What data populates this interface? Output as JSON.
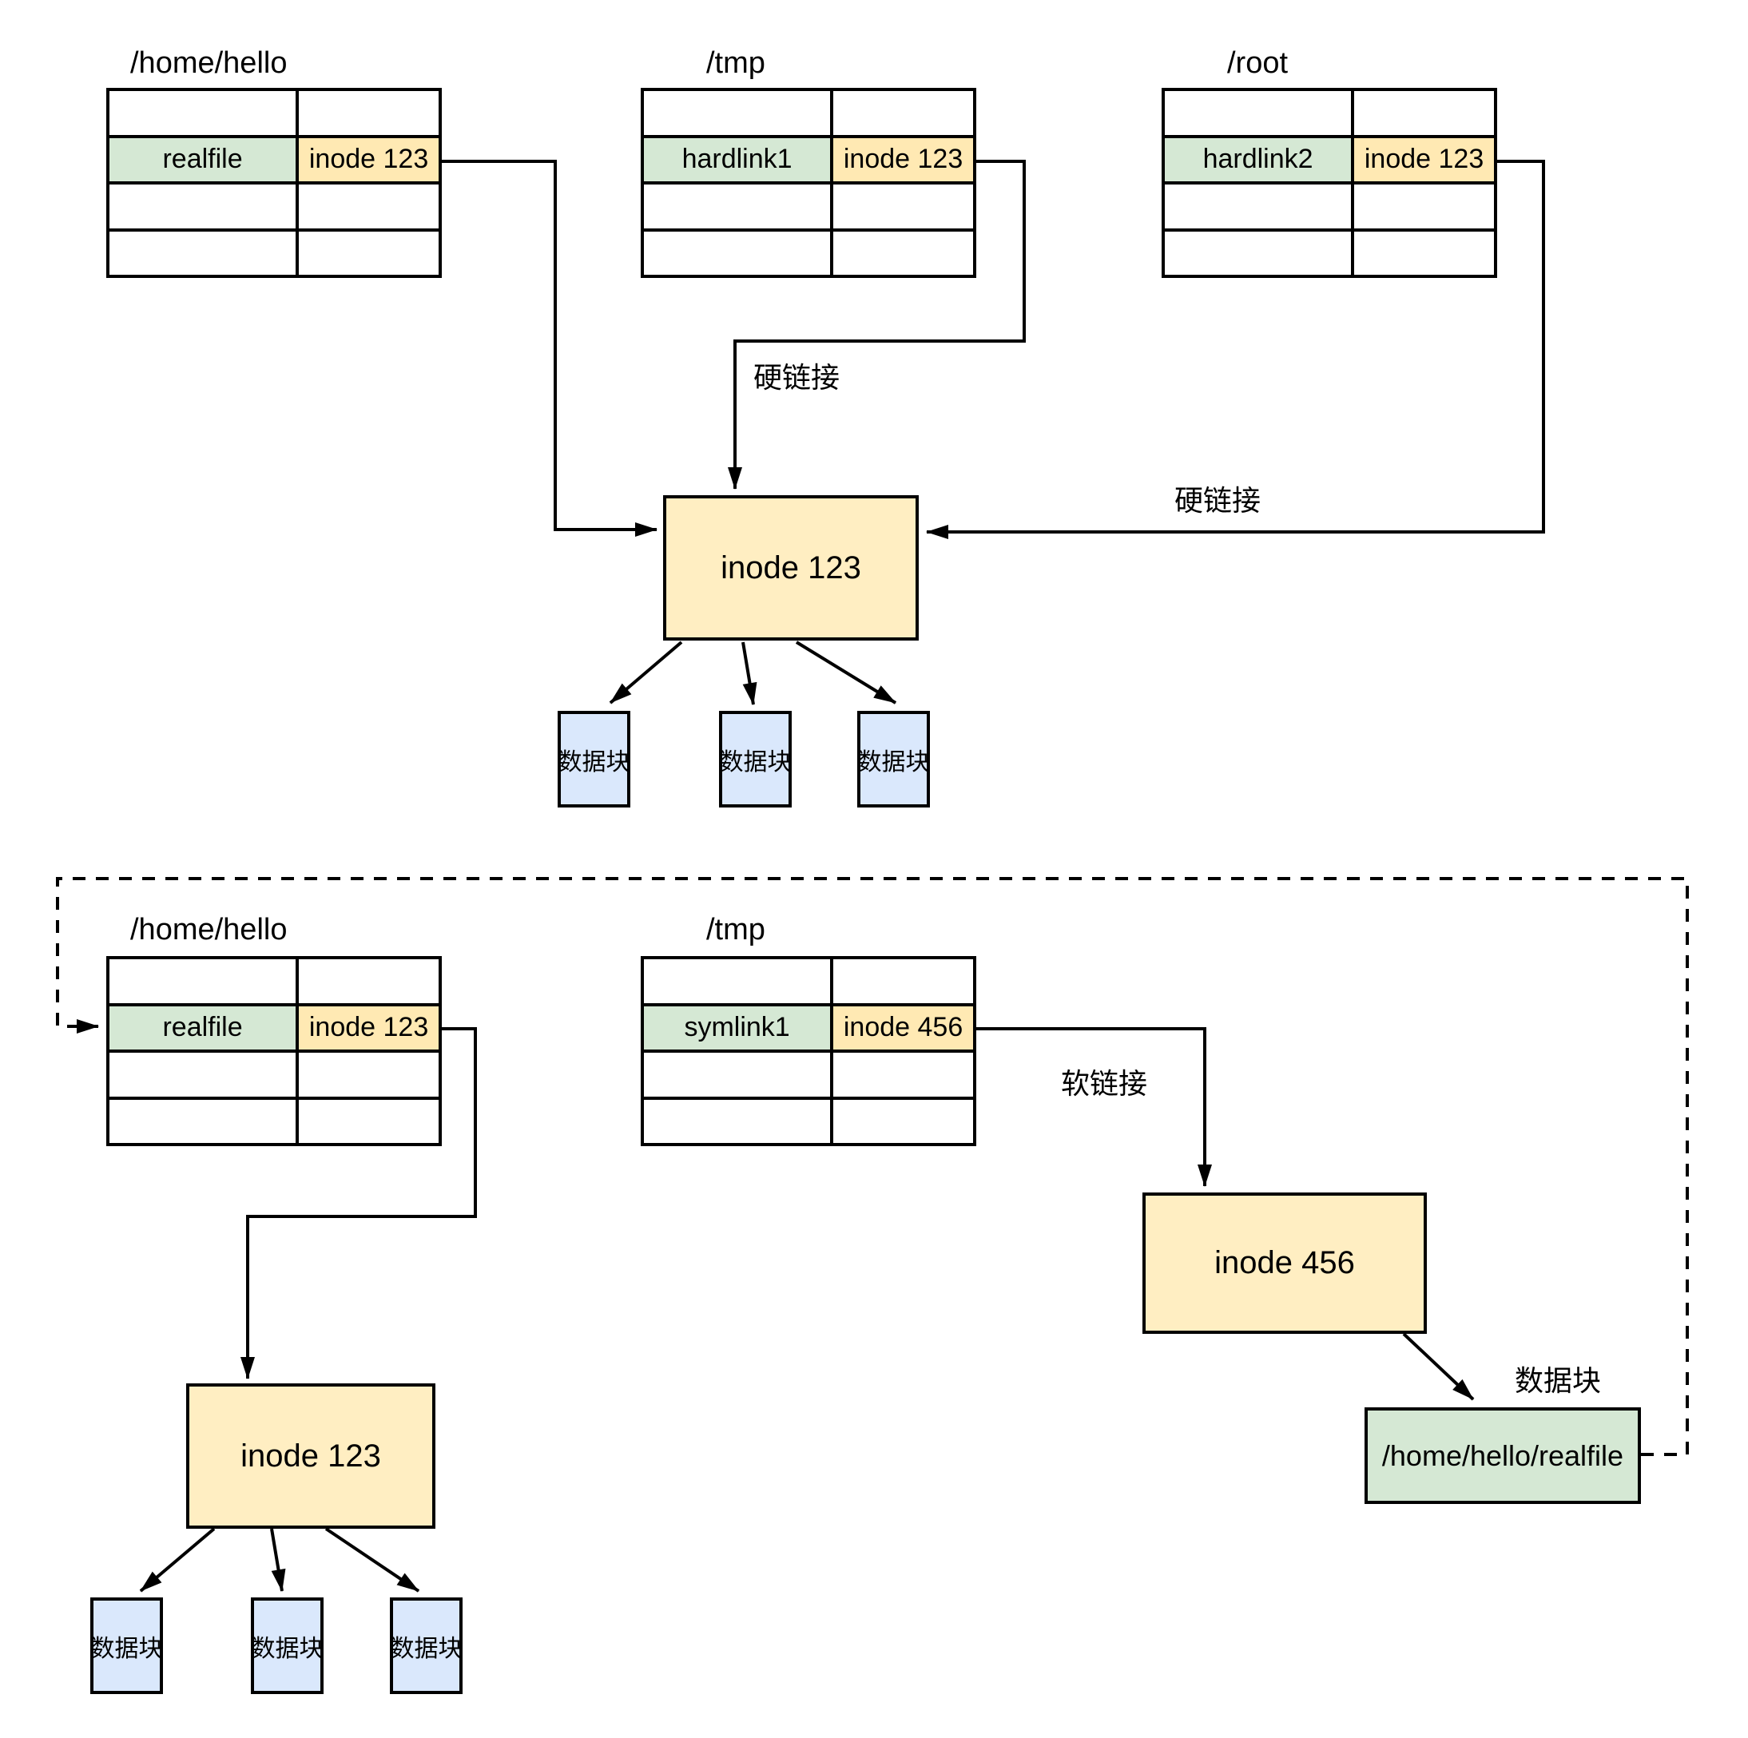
{
  "hardlink_section": {
    "directories": [
      {
        "title": "/home/hello",
        "name": "realfile",
        "inode": "inode 123"
      },
      {
        "title": "/tmp",
        "name": "hardlink1",
        "inode": "inode 123"
      },
      {
        "title": "/root",
        "name": "hardlink2",
        "inode": "inode 123"
      }
    ],
    "inode_box": "inode 123",
    "link_labels": [
      "硬链接",
      "硬链接"
    ],
    "data_blocks": [
      "数据块",
      "数据块",
      "数据块"
    ]
  },
  "symlink_section": {
    "directories": [
      {
        "title": "/home/hello",
        "name": "realfile",
        "inode": "inode 123"
      },
      {
        "title": "/tmp",
        "name": "symlink1",
        "inode": "inode 456"
      }
    ],
    "inode123_box": "inode 123",
    "inode456_box": "inode 456",
    "softlink_label": "软链接",
    "datablock_label": "数据块",
    "target_box": "/home/hello/realfile",
    "data_blocks": [
      "数据块",
      "数据块",
      "数据块"
    ]
  },
  "colors": {
    "cell_green": "#d5e8d4",
    "cell_yellow": "#ffe9b3",
    "box_yellow": "#ffeec2",
    "block_blue": "#dae8fc",
    "line": "#000000"
  }
}
